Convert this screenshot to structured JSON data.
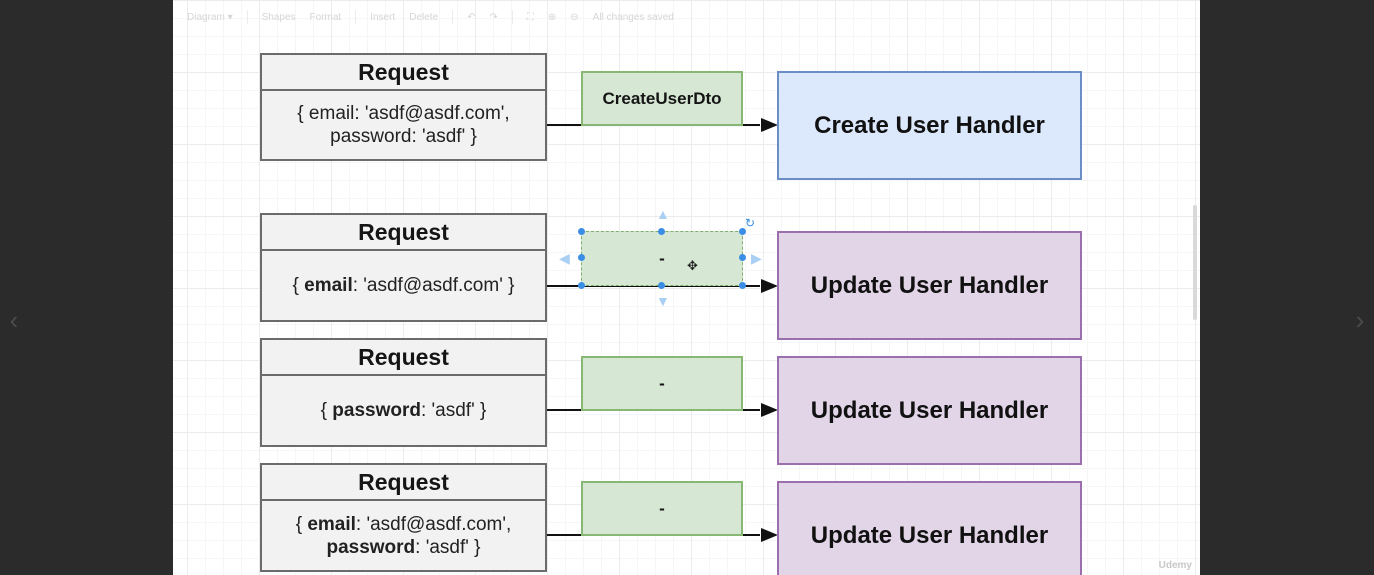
{
  "toolbar": {
    "diagram": "Diagram",
    "shapes": "Shapes",
    "format": "Format",
    "insert": "Insert",
    "delete": "Delete",
    "status": "All changes saved"
  },
  "rows": [
    {
      "request_title": "Request",
      "request_body": "{ email: 'asdf@asdf.com',\npassword: 'asdf' }",
      "dto": "CreateUserDto",
      "handler": "Create User Handler"
    },
    {
      "request_title": "Request",
      "request_body_parts": [
        "{ ",
        "email",
        ": 'asdf@asdf.com' }"
      ],
      "dto": "-",
      "handler": "Update User Handler"
    },
    {
      "request_title": "Request",
      "request_body_parts": [
        "{ ",
        "password",
        ": 'asdf' }"
      ],
      "dto": "-",
      "handler": "Update User Handler"
    },
    {
      "request_title": "Request",
      "request_body_lines": [
        [
          "{ ",
          "email",
          ": 'asdf@asdf.com',"
        ],
        [
          "password",
          ": 'asdf' }"
        ]
      ],
      "dto": "-",
      "handler": "Update User Handler"
    }
  ],
  "watermark": "Udemy",
  "colors": {
    "dto_fill": "#d6e7d3",
    "create_fill": "#dce8fb",
    "update_fill": "#e1d5e7",
    "selection": "#3a8ee6"
  }
}
